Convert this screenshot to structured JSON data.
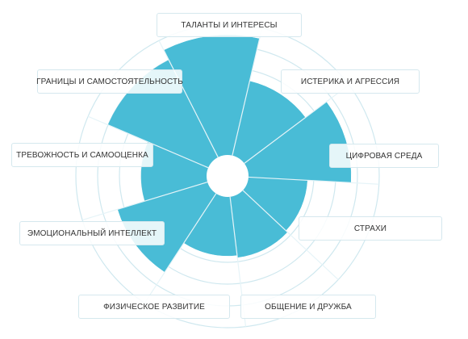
{
  "chart_data": {
    "type": "polar-area",
    "categories": [
      "ТАЛАНТЫ И ИНТЕРЕСЫ",
      "ИСТЕРИКА И АГРЕССИЯ",
      "ЦИФРОВАЯ СРЕДА",
      "СТРАХИ",
      "ОБЩЕНИЕ И ДРУЖБА",
      "ФИЗИЧЕСКОЕ РАЗВИТИЕ",
      "ЭМОЦИОНАЛЬНЫЙ ИНТЕЛЛЕКТ",
      "ТРЕВОЖНОСТЬ И САМООЦЕНКА",
      "ГРАНИЦЫ И САМОСТОЯТЕЛЬНОСТЬ"
    ],
    "values": [
      5.5,
      3.5,
      4.7,
      2.7,
      2.8,
      2.7,
      4.3,
      3.0,
      5.0
    ],
    "rlim": [
      0,
      6
    ],
    "rings": 6,
    "grid": true,
    "colors": {
      "fill": "#49bcd6",
      "grid": "#cfe8ef",
      "text": "#333333",
      "hole": "#ffffff"
    }
  }
}
